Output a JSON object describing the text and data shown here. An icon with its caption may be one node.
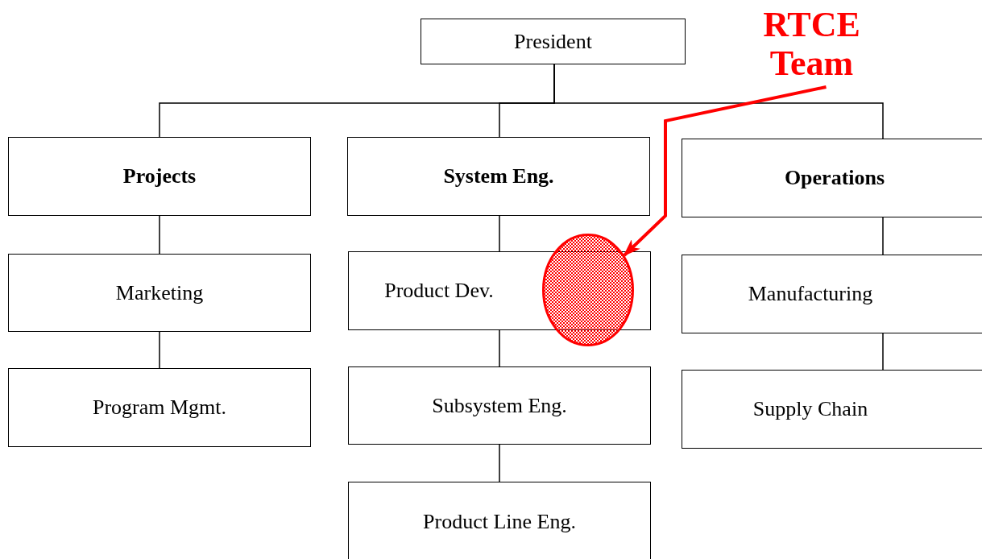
{
  "diagram": {
    "nodes": [
      {
        "text": [
          "President"
        ]
      },
      {
        "text": [
          "Projects"
        ]
      },
      {
        "text": [
          "System Eng."
        ]
      },
      {
        "text": [
          "Operations"
        ]
      },
      {
        "text": [
          "Marketing"
        ]
      },
      {
        "text": [
          "Program Mgmt."
        ]
      },
      {
        "text": [
          "Product Dev."
        ]
      },
      {
        "text": [
          "Subsystem Eng."
        ]
      },
      {
        "text": [
          "Product Line Eng."
        ]
      },
      {
        "text": [
          "Manufacturing"
        ]
      },
      {
        "text": [
          "Supply Chain"
        ]
      },
      {
        "text": [
          "RTCE Team"
        ]
      },
      {
        "text": [],
        "shape": "circle"
      }
    ],
    "edges": [
      {
        "from": 0,
        "to": 1,
        "arrow": "none"
      },
      {
        "from": 0,
        "to": 2,
        "arrow": "none"
      },
      {
        "from": 0,
        "to": 3,
        "arrow": "none"
      },
      {
        "from": 1,
        "to": 4,
        "arrow": "none"
      },
      {
        "from": 4,
        "to": 5,
        "arrow": "none"
      },
      {
        "from": 2,
        "to": 6,
        "arrow": "none"
      },
      {
        "from": 6,
        "to": 7,
        "arrow": "none"
      },
      {
        "from": 7,
        "to": 8,
        "arrow": "none"
      },
      {
        "from": 3,
        "to": 9,
        "arrow": "none"
      },
      {
        "from": 9,
        "to": 10,
        "arrow": "none"
      },
      {
        "from": 11,
        "to": 12,
        "arrow": "to",
        "color": "#ff0000",
        "style": "thick"
      }
    ]
  }
}
